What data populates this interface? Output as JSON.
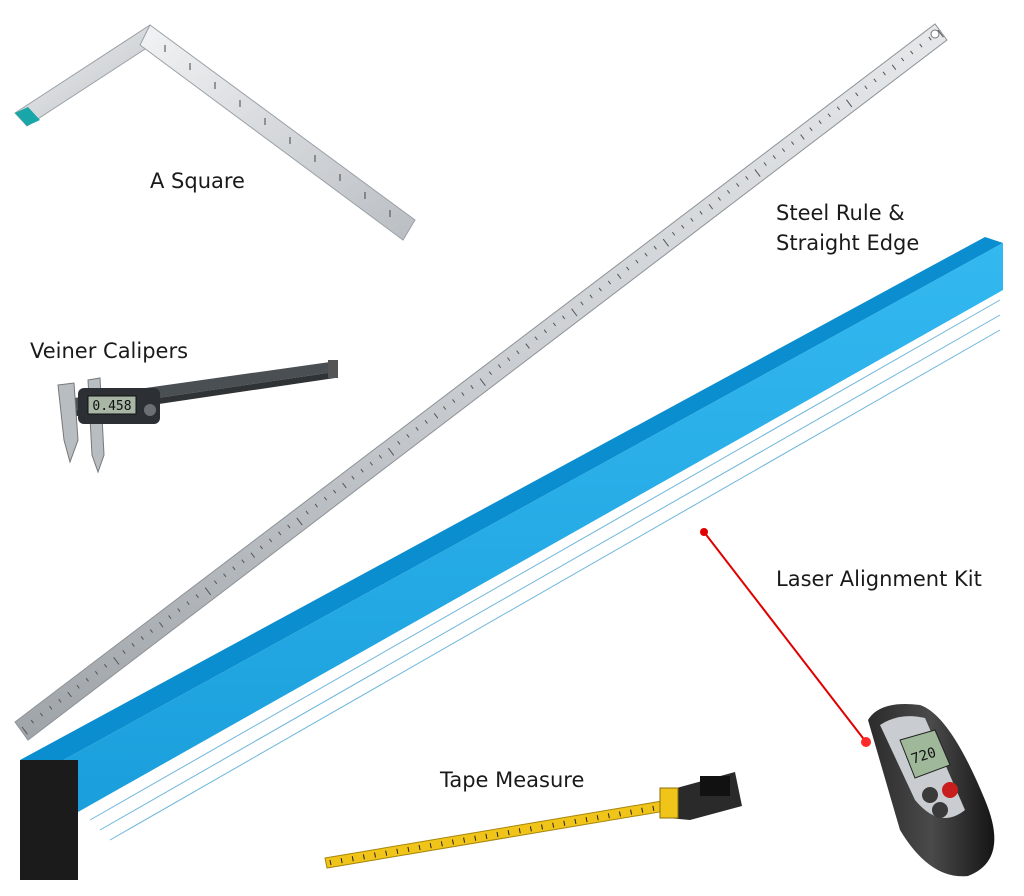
{
  "labels": {
    "square": "A Square",
    "steel_rule_line1": "Steel Rule &",
    "steel_rule_line2": "Straight Edge",
    "calipers": "Veiner Calipers",
    "laser": "Laser Alignment Kit",
    "tape": "Tape Measure"
  },
  "displays": {
    "caliper_reading": "0.458",
    "laser_reading": "720"
  },
  "colors": {
    "straight_edge": "#1aa3e0",
    "square_tip": "#18a6a8",
    "laser_beam": "#e00000",
    "tape": "#f0c419"
  }
}
